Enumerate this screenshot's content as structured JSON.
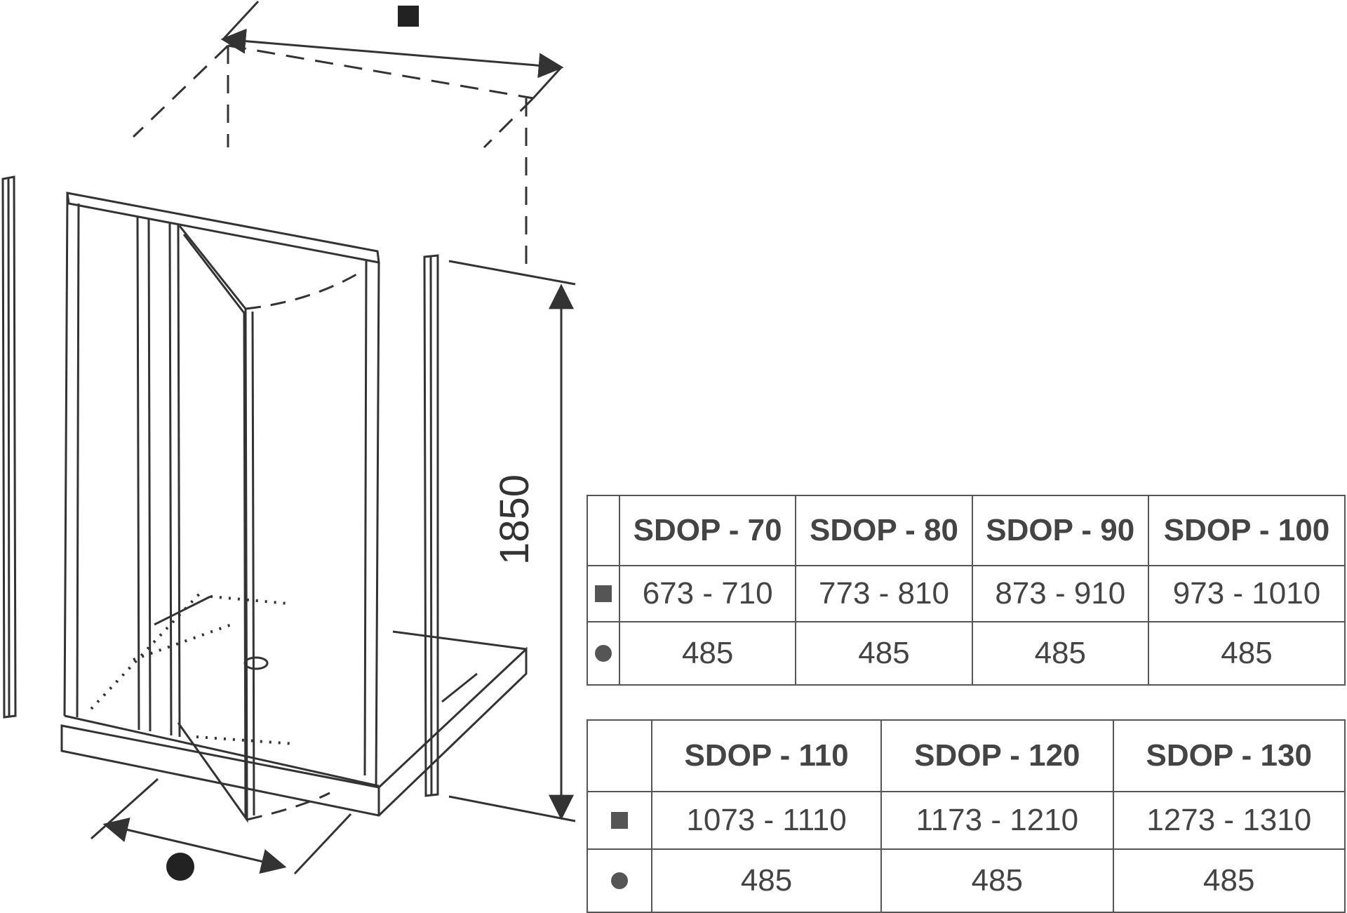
{
  "drawing": {
    "height_dimension": "1850"
  },
  "table_1": {
    "models": [
      "SDOP - 70",
      "SDOP - 80",
      "SDOP - 90",
      "SDOP - 100"
    ],
    "square_values": [
      "673 - 710",
      "773 - 810",
      "873 - 910",
      "973 - 1010"
    ],
    "circle_values": [
      "485",
      "485",
      "485",
      "485"
    ]
  },
  "table_2": {
    "models": [
      "SDOP - 110",
      "SDOP - 120",
      "SDOP - 130"
    ],
    "square_values": [
      "1073 - 1110",
      "1173 - 1210",
      "1273 - 1310"
    ],
    "circle_values": [
      "485",
      "485",
      "485"
    ]
  },
  "symbols": {
    "square": "square-icon",
    "circle": "circle-icon"
  },
  "colors": {
    "line": "#333333",
    "table_border": "#555555"
  }
}
